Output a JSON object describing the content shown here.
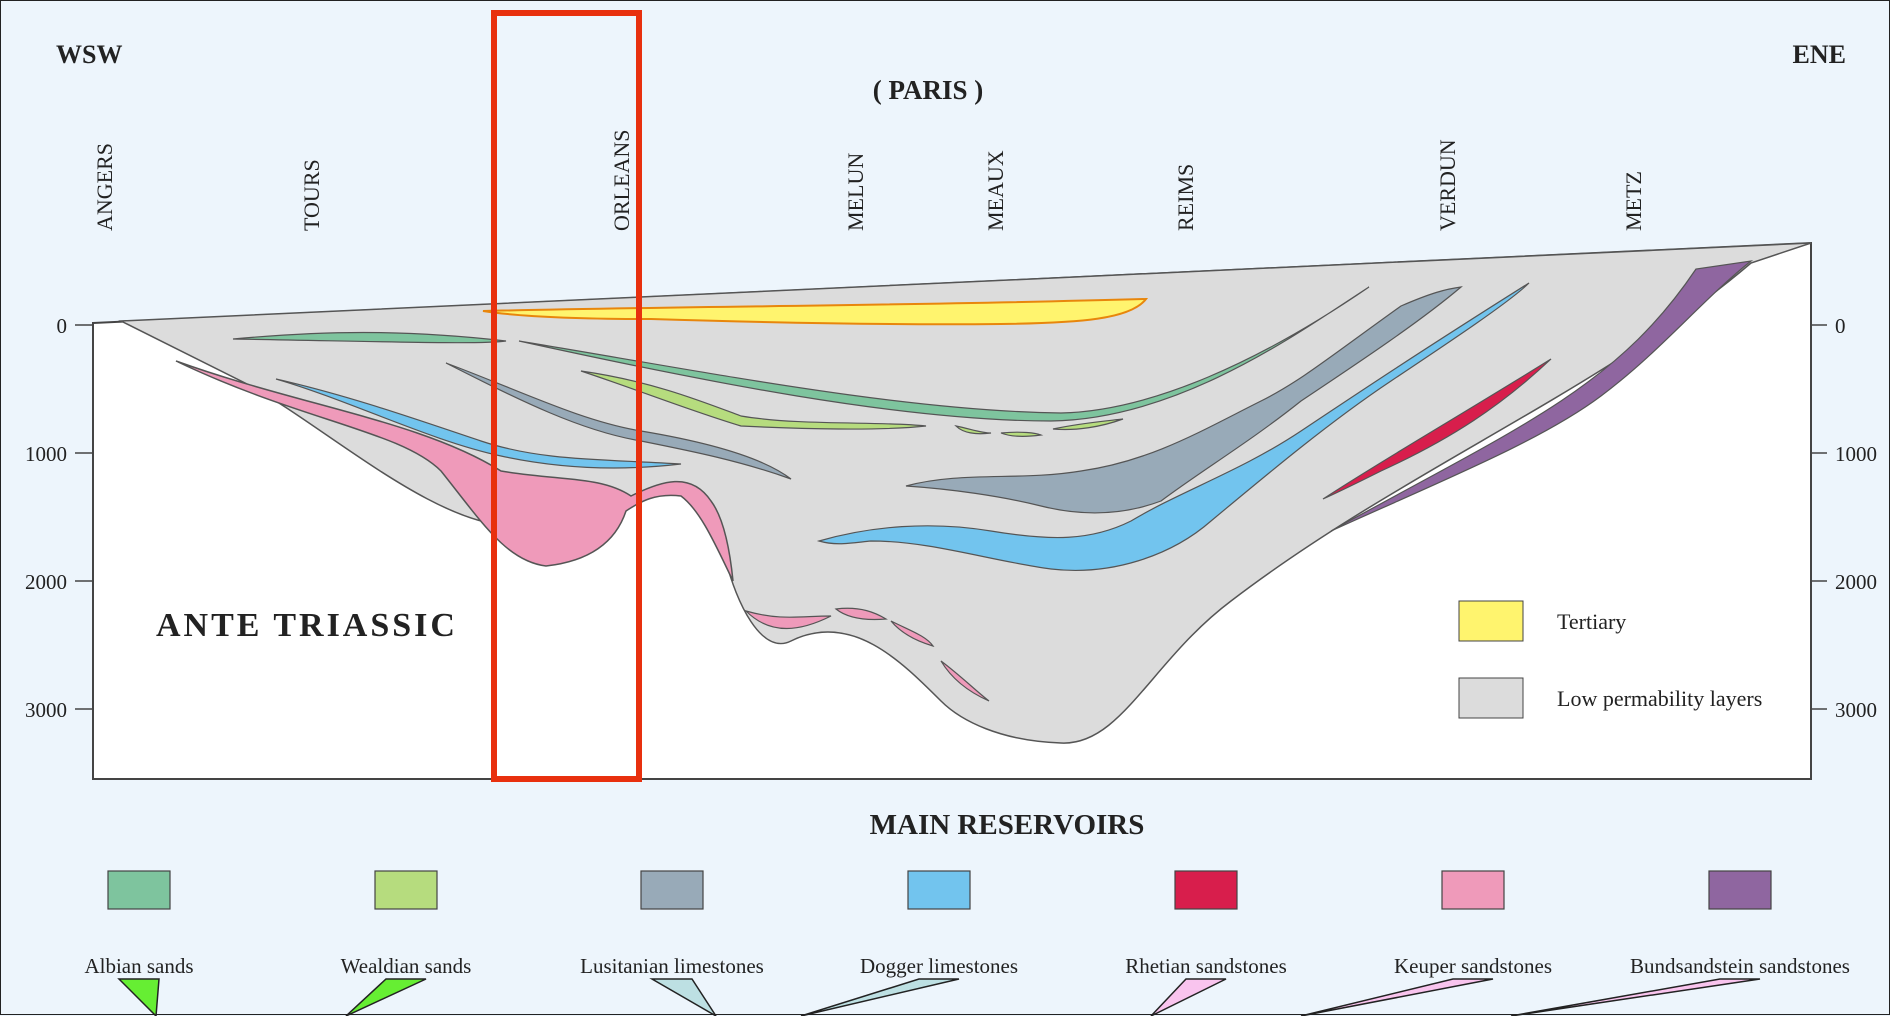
{
  "orientation": {
    "west": "WSW",
    "east": "ENE"
  },
  "city_note": "( PARIS )",
  "cities": [
    "ANGERS",
    "TOURS",
    "ORLEANS",
    "MELUN",
    "MEAUX",
    "REIMS",
    "VERDUN",
    "METZ"
  ],
  "depth_ticks": [
    "0",
    "1000",
    "2000",
    "3000"
  ],
  "basement_label": "ANTE  TRIASSIC",
  "legend": [
    {
      "label": "Tertiary",
      "color": "#fff46e"
    },
    {
      "label": "Low permability layers",
      "color": "#dcdcdc"
    }
  ],
  "reservoirs_title": "MAIN RESERVOIRS",
  "reservoirs": [
    {
      "label": "Albian sands",
      "color": "#7ec49e",
      "arrow_color": "#66ee33"
    },
    {
      "label": "Wealdian sands",
      "color": "#b6dc7e",
      "arrow_color": "#66ee33"
    },
    {
      "label": "Lusitanian limestones",
      "color": "#98aab8",
      "arrow_color": "#bde0e3"
    },
    {
      "label": "Dogger limestones",
      "color": "#72c4ee",
      "arrow_color": "#bde0e3"
    },
    {
      "label": "Rhetian sandstones",
      "color": "#d81e4c",
      "arrow_color": "#f9c4ee"
    },
    {
      "label": "Keuper sandstones",
      "color": "#ef9aba",
      "arrow_color": "#f9c4ee"
    },
    {
      "label": "Bundsandstein sandstones",
      "color": "#8f66a0",
      "arrow_color": "#f9c4ee"
    }
  ],
  "colors": {
    "highlight": "#e8300e",
    "basement": "#ffffff",
    "background": "#edf5fc"
  }
}
